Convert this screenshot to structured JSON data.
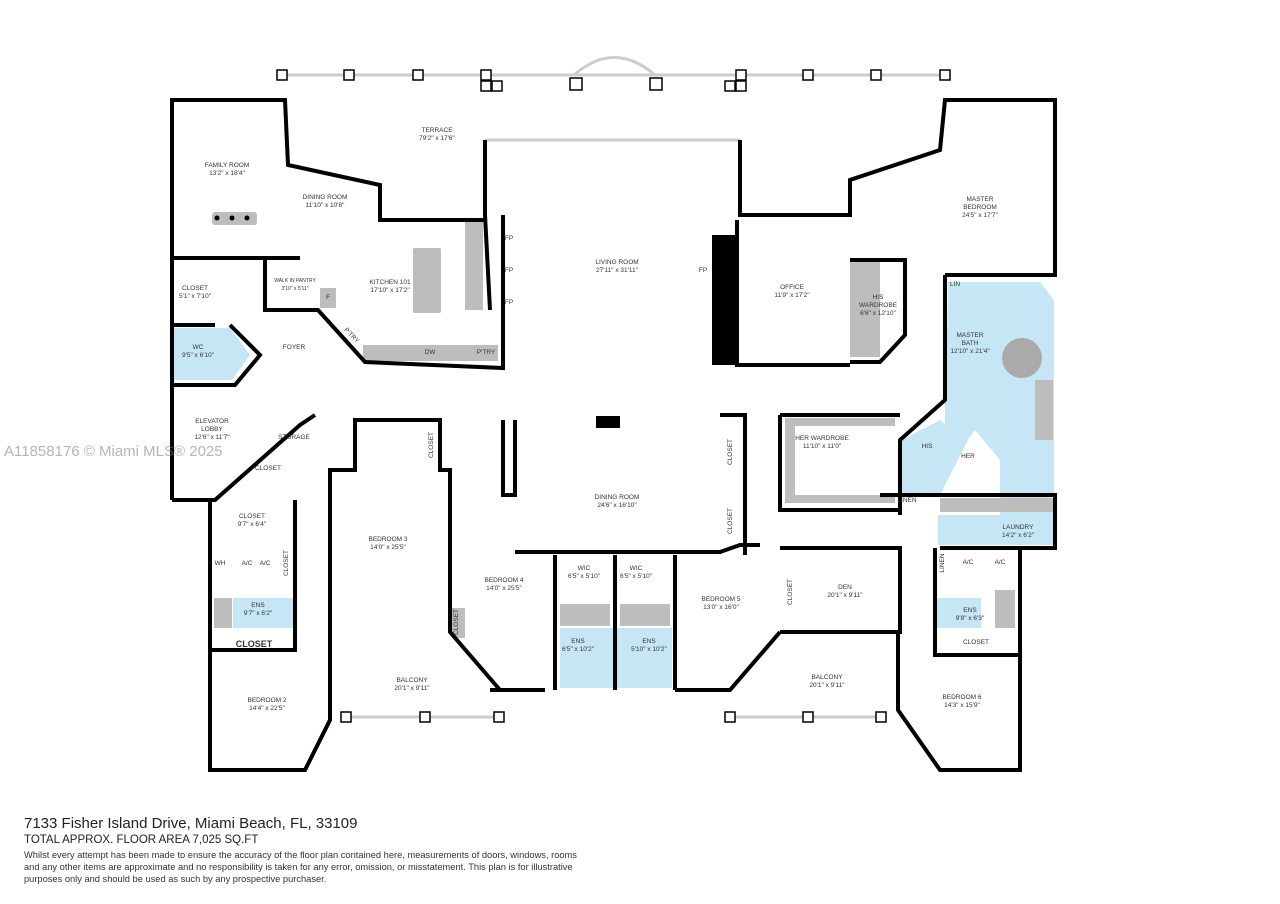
{
  "watermark": "A11858176 © Miami MLS® 2025",
  "colors": {
    "wall": "#000000",
    "wet_room_fill": "#c6e6f6",
    "fixture_fill": "#bdbdbd",
    "window": "#cccccc"
  },
  "rooms": {
    "terrace": {
      "name": "TERRACE",
      "dim": "79'2\" x 17'6\""
    },
    "family_room": {
      "name": "FAMILY ROOM",
      "dim": "13'2\" x 18'4\""
    },
    "dining_room_1": {
      "name": "DINING ROOM",
      "dim": "11'10\" x 10'8\""
    },
    "kitchen": {
      "name": "KITCHEN 101",
      "dim": "17'10\" x 17'2\""
    },
    "walk_in_pantry": {
      "name": "WALK IN PANTRY",
      "dim": "3'10\" x 5'11\""
    },
    "closet_1": {
      "name": "CLOSET",
      "dim": "5'1\" x 7'10\""
    },
    "wc": {
      "name": "WC",
      "dim": "9'5\" x 6'10\""
    },
    "foyer": {
      "name": "FOYER"
    },
    "elevator_lobby": {
      "name": "ELEVATOR LOBBY",
      "dim": "12'6\" x 11'7\""
    },
    "storage": {
      "name": "STORAGE"
    },
    "closet_2": {
      "name": "CLOSET"
    },
    "closet_3": {
      "name": "CLOSET",
      "dim": "9'7\" x 6'4\""
    },
    "ens_1": {
      "name": "ENS",
      "dim": "9'7\" x 6'2\""
    },
    "closet_big": {
      "name": "CLOSET"
    },
    "bedroom_2": {
      "name": "BEDROOM 2",
      "dim": "14'4\" x 22'5\""
    },
    "bedroom_3": {
      "name": "BEDROOM 3",
      "dim": "14'0\" x 25'5\""
    },
    "closet_b3": {
      "name": "CLOSET"
    },
    "closet_b3b": {
      "name": "CLOSET"
    },
    "balcony_1": {
      "name": "BALCONY",
      "dim": "20'1\" x 9'11\""
    },
    "living_room": {
      "name": "LIVING ROOM",
      "dim": "27'11\" x 31'11\""
    },
    "dining_room_2": {
      "name": "DINING ROOM",
      "dim": "24'6\" x 16'10\""
    },
    "bedroom_4": {
      "name": "BEDROOM 4",
      "dim": "14'0\" x 25'5\""
    },
    "wic_1": {
      "name": "WIC",
      "dim": "6'5\" x 5'10\""
    },
    "wic_2": {
      "name": "WIC",
      "dim": "6'5\" x 5'10\""
    },
    "ens_2": {
      "name": "ENS",
      "dim": "6'5\" x 10'2\""
    },
    "ens_3": {
      "name": "ENS",
      "dim": "5'10\" x 10'2\""
    },
    "bedroom_5": {
      "name": "BEDROOM 5",
      "dim": "13'0\" x 16'0\""
    },
    "closet_b5": {
      "name": "CLOSET"
    },
    "den": {
      "name": "DEN",
      "dim": "20'1\" x 9'11\""
    },
    "balcony_2": {
      "name": "BALCONY",
      "dim": "20'1\" x 9'11\""
    },
    "bedroom_6": {
      "name": "BEDROOM 6",
      "dim": "14'3\" x 15'9\""
    },
    "closet_b6": {
      "name": "CLOSET"
    },
    "ens_4": {
      "name": "ENS",
      "dim": "9'8\" x 6'3\""
    },
    "linen_1": {
      "name": "LINEN"
    },
    "office": {
      "name": "OFFICE",
      "dim": "11'9\" x 17'2\""
    },
    "master_bedroom": {
      "name": "MASTER BEDROOM",
      "dim": "24'5\" x 17'7\""
    },
    "his_wardrobe": {
      "name": "HIS WARDROBE",
      "dim": "6'6\" x 12'10\""
    },
    "lin": {
      "name": "LIN"
    },
    "master_bath": {
      "name": "MASTER BATH",
      "dim": "12'10\" x 21'4\""
    },
    "her_wardrobe": {
      "name": "HER WARDROBE",
      "dim": "11'10\" x 11'0\""
    },
    "closet_c1": {
      "name": "CLOSET"
    },
    "closet_c2": {
      "name": "CLOSET"
    },
    "his": {
      "name": "HIS"
    },
    "her": {
      "name": "HER"
    },
    "linen_2": {
      "name": "LINEN"
    },
    "laundry": {
      "name": "LAUNDRY",
      "dim": "14'2\" x 6'2\""
    }
  },
  "fixtures": {
    "fp": "FP",
    "f": "F",
    "ptry": "P'TRY",
    "dw": "DW",
    "wh": "WH",
    "ac": "A/C"
  },
  "footer": {
    "address": "7133 Fisher Island Drive, Miami Beach, FL, 33109",
    "area": "TOTAL APPROX. FLOOR AREA 7,025 SQ.FT",
    "disclaimer": "Whilst every attempt has been made to ensure the accuracy of the floor plan contained here, measurements of doors, windows, rooms and any other items are approximate and no responsibility is taken for any error, omission, or misstatement. This plan is for illustrative purposes only and should be used as such by any prospective purchaser."
  }
}
